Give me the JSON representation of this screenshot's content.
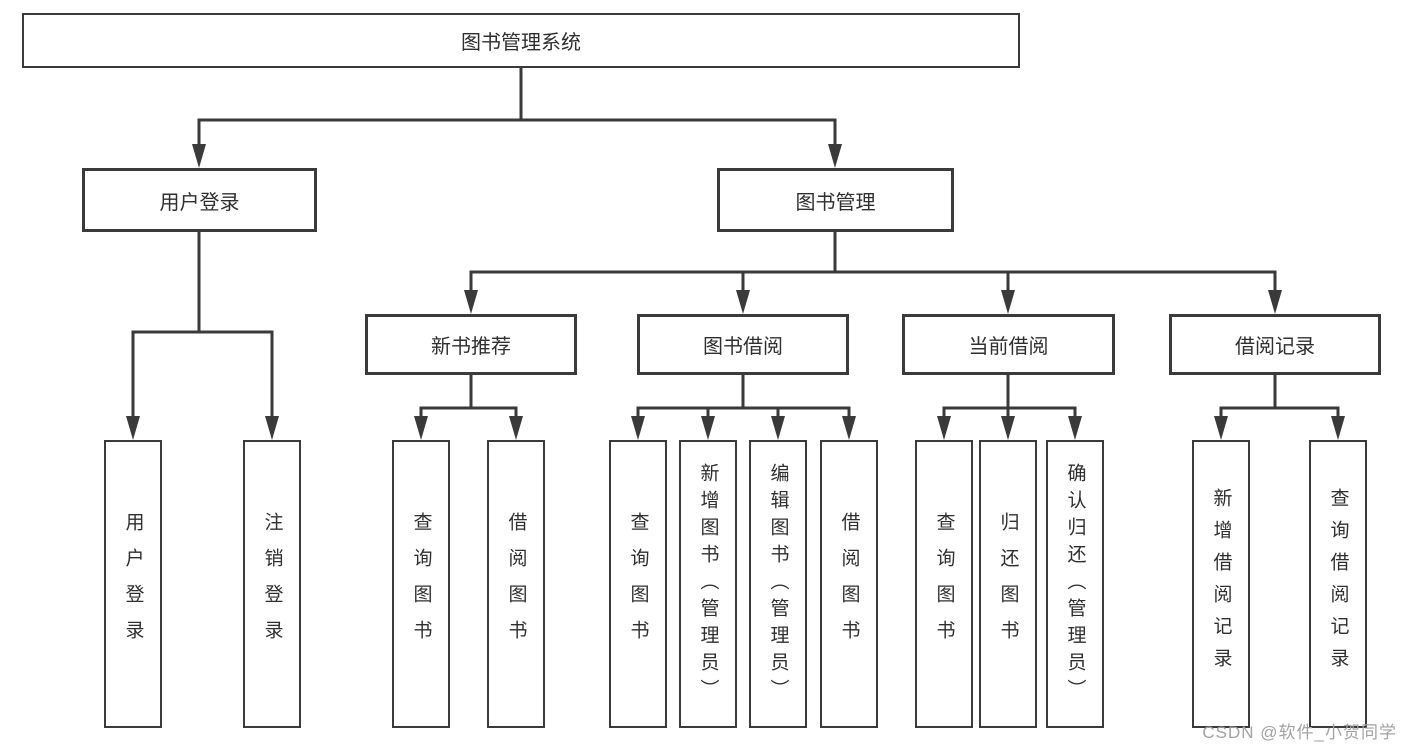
{
  "watermark": "CSDN @软件_小贺同学",
  "colors": {
    "line": "#3a3a3a",
    "box_border": "#3a3a3a",
    "text": "#2f2f2f",
    "watermark": "#a2a2a2",
    "background": "#ffffff"
  },
  "tree": {
    "label": "图书管理系统",
    "children": [
      {
        "label": "用户登录",
        "children": [
          {
            "label": "用户登录"
          },
          {
            "label": "注销登录"
          }
        ]
      },
      {
        "label": "图书管理",
        "children": [
          {
            "label": "新书推荐",
            "children": [
              {
                "label": "查询图书"
              },
              {
                "label": "借阅图书"
              }
            ]
          },
          {
            "label": "图书借阅",
            "children": [
              {
                "label": "查询图书"
              },
              {
                "label": "新增图书（管理员）"
              },
              {
                "label": "编辑图书（管理员）"
              },
              {
                "label": "借阅图书"
              }
            ]
          },
          {
            "label": "当前借阅",
            "children": [
              {
                "label": "查询图书"
              },
              {
                "label": "归还图书"
              },
              {
                "label": "确认归还（管理员）"
              }
            ]
          },
          {
            "label": "借阅记录",
            "children": [
              {
                "label": "新增借阅记录"
              },
              {
                "label": "查询借阅记录"
              }
            ]
          }
        ]
      }
    ]
  }
}
